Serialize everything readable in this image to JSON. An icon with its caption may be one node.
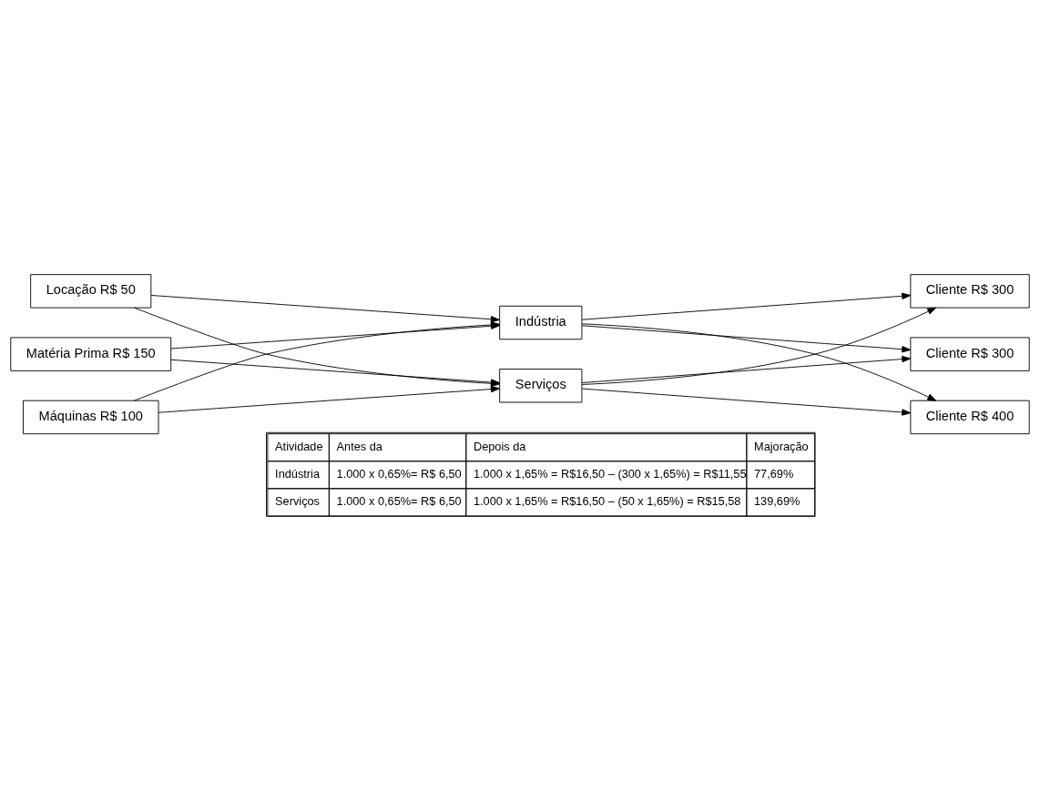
{
  "diagram": {
    "nodes": [
      {
        "text": [
          "Locação R$ 50"
        ]
      },
      {
        "text": [
          "Matéria Prima R$ 150"
        ]
      },
      {
        "text": [
          "Máquinas R$ 100"
        ]
      },
      {
        "text": [
          "Indústria"
        ]
      },
      {
        "text": [
          "Serviços"
        ]
      },
      {
        "text": [
          "Cliente R$ 300"
        ]
      },
      {
        "text": [
          "Cliente R$ 300"
        ]
      },
      {
        "text": [
          "Cliente R$ 400"
        ]
      }
    ],
    "edges": [
      {
        "from": 0,
        "to": 3,
        "arrow": "to"
      },
      {
        "from": 0,
        "to": 4,
        "arrow": "to"
      },
      {
        "from": 1,
        "to": 3,
        "arrow": "to"
      },
      {
        "from": 1,
        "to": 4,
        "arrow": "to"
      },
      {
        "from": 2,
        "to": 3,
        "arrow": "to"
      },
      {
        "from": 2,
        "to": 4,
        "arrow": "to"
      },
      {
        "from": 3,
        "to": 5,
        "arrow": "to"
      },
      {
        "from": 3,
        "to": 6,
        "arrow": "to"
      },
      {
        "from": 3,
        "to": 7,
        "arrow": "to"
      },
      {
        "from": 4,
        "to": 5,
        "arrow": "to"
      },
      {
        "from": 4,
        "to": 6,
        "arrow": "to"
      },
      {
        "from": 4,
        "to": 7,
        "arrow": "to"
      }
    ],
    "labels": [
      "Atividade",
      "Antes da",
      "Depois da",
      "Majoração",
      "Indústria",
      "1.000 x 0,65%= R$ 6,50",
      "1.000 x 1,65% = R$16,50 – (300 x 1,65%) = R$11,55",
      "77,69%",
      "Serviços",
      "1.000 x 0,65%= R$ 6,50",
      "1.000 x 1,65% = R$16,50 – (50 x 1,65%) = R$15,58",
      "139,69%"
    ]
  }
}
